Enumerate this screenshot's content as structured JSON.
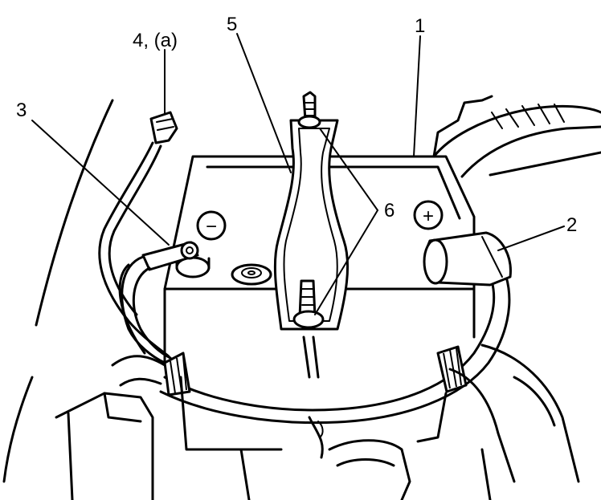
{
  "figure": {
    "labels": {
      "battery": "1",
      "positive_cable": "2",
      "negative_cable": "3",
      "ground_lead": "4, (a)",
      "hold_down_bracket": "5",
      "bracket_nuts": "6"
    },
    "terminal_symbols": {
      "negative": "−",
      "positive": "+"
    }
  }
}
